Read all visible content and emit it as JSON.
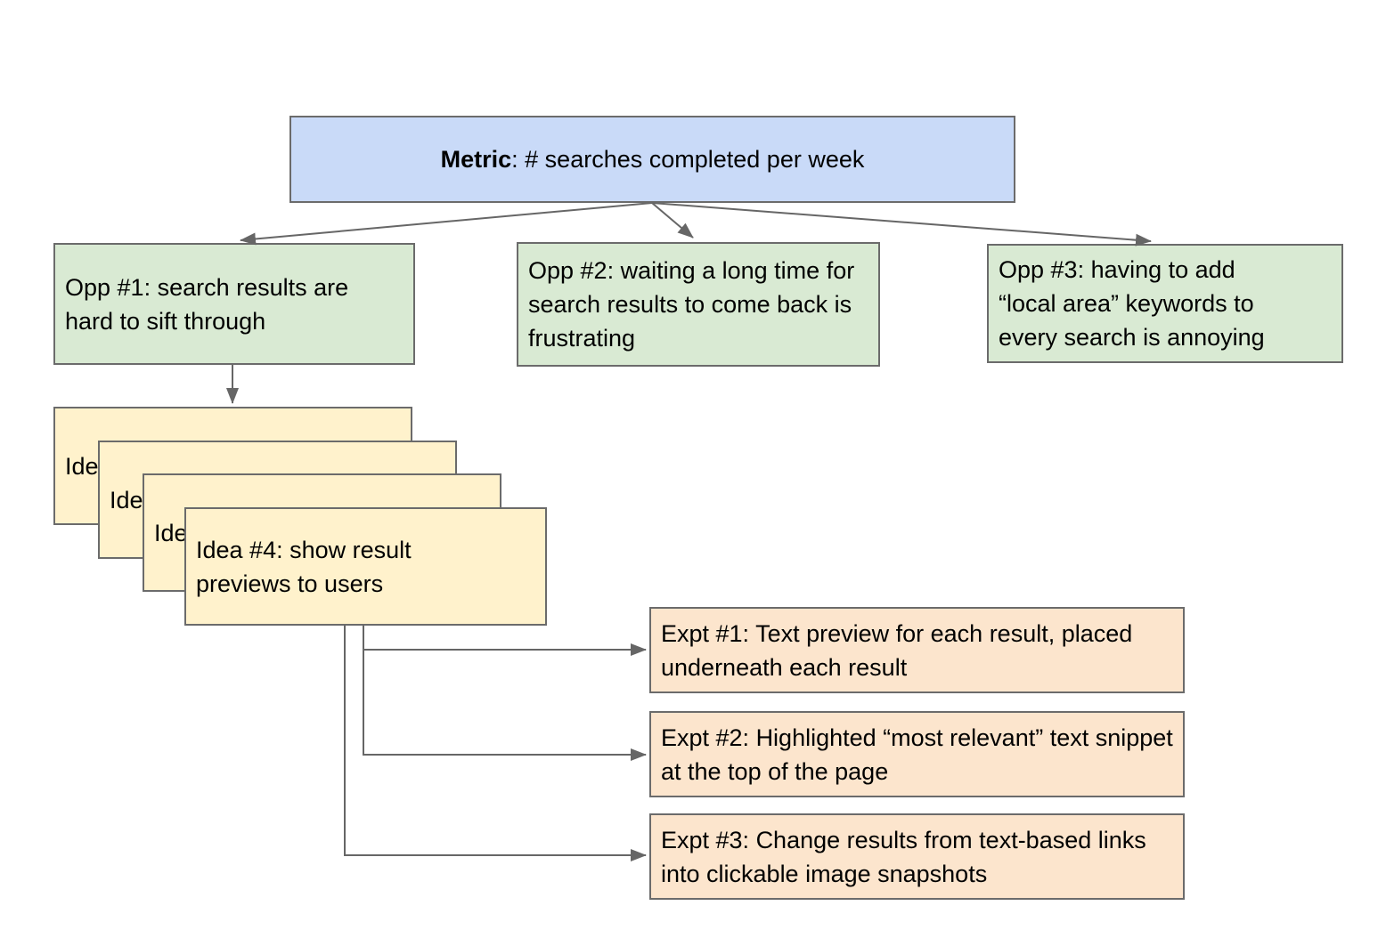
{
  "diagram": {
    "metric_box": {
      "bold_label": "Metric",
      "rest_label": ": # searches completed per week"
    },
    "opportunities": [
      {
        "label": "Opp #1: search results are hard to sift through"
      },
      {
        "label": "Opp #2: waiting a long time for search results to come back is frustrating"
      },
      {
        "label": "Opp #3: having to add “local area” keywords to every search is annoying"
      }
    ],
    "ideas": [
      {
        "visible_label": "Ide"
      },
      {
        "visible_label": "Ide"
      },
      {
        "visible_label": "Ide"
      },
      {
        "visible_label": "Idea #4: show result previews to users"
      }
    ],
    "experiments": [
      {
        "label": "Expt #1: Text preview for each result, placed underneath each result"
      },
      {
        "label": "Expt #2: Highlighted “most relevant” text snippet at the top of the page"
      },
      {
        "label": "Expt #3: Change results from text-based links into clickable image snapshots"
      }
    ],
    "colors": {
      "metric_fill": "#c9daf8",
      "opportunity_fill": "#d9ead3",
      "idea_fill": "#fff2cc",
      "experiment_fill": "#fce5cd",
      "shape_border": "#6b6b6b",
      "connector": "#666666",
      "text": "#000000",
      "canvas_background": "#ffffff"
    }
  }
}
